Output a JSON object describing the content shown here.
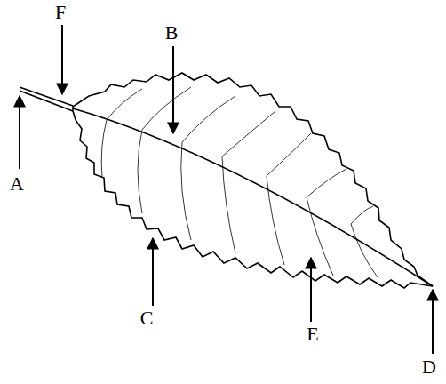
{
  "diagram": {
    "labels": [
      "F",
      "B",
      "A",
      "C",
      "E",
      "D"
    ]
  }
}
